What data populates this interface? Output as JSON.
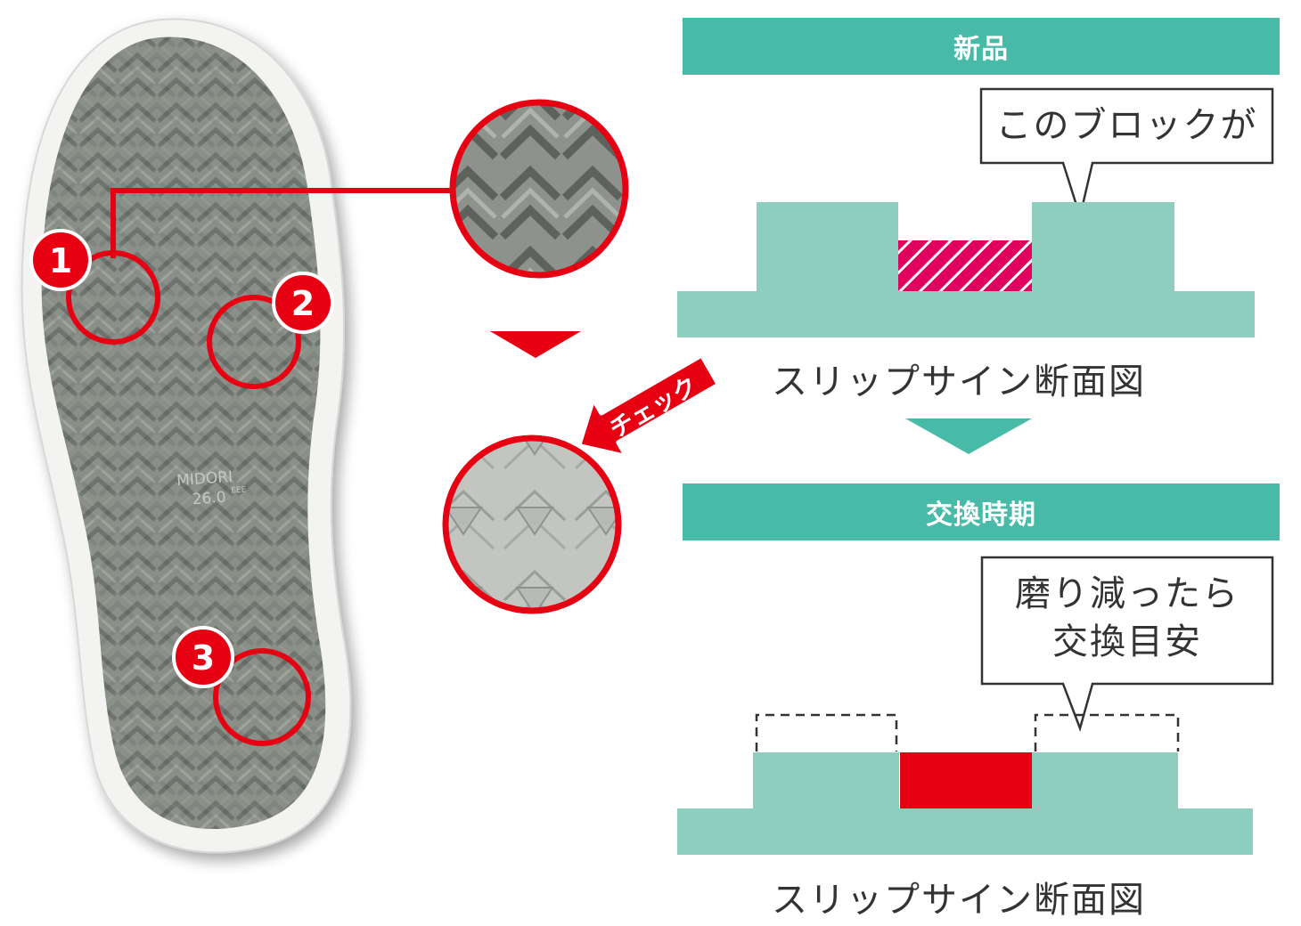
{
  "colors": {
    "teal_banner": "#47bba8",
    "mint_block": "#8ecebf",
    "red_accent": "#e60012",
    "magenta_hatch": "#e2005f",
    "sole_gray": "#878c86",
    "text": "#333333"
  },
  "sole": {
    "brand_mark": "MIDORI",
    "size_mark": "26.0",
    "width_mark": "EEE",
    "check_points": [
      "1",
      "2",
      "3"
    ]
  },
  "check_label": "チェック",
  "new_section": {
    "title": "新品",
    "callout": "このブロックが",
    "caption": "スリップサイン断面図"
  },
  "replace_section": {
    "title": "交換時期",
    "callout_line1": "磨り減ったら",
    "callout_line2": "交換目安",
    "caption": "スリップサイン断面図"
  },
  "icons": {
    "down_arrow_red": "triangle-down-icon",
    "down_arrow_teal": "triangle-down-icon",
    "check_arrow": "arrow-left-icon"
  }
}
